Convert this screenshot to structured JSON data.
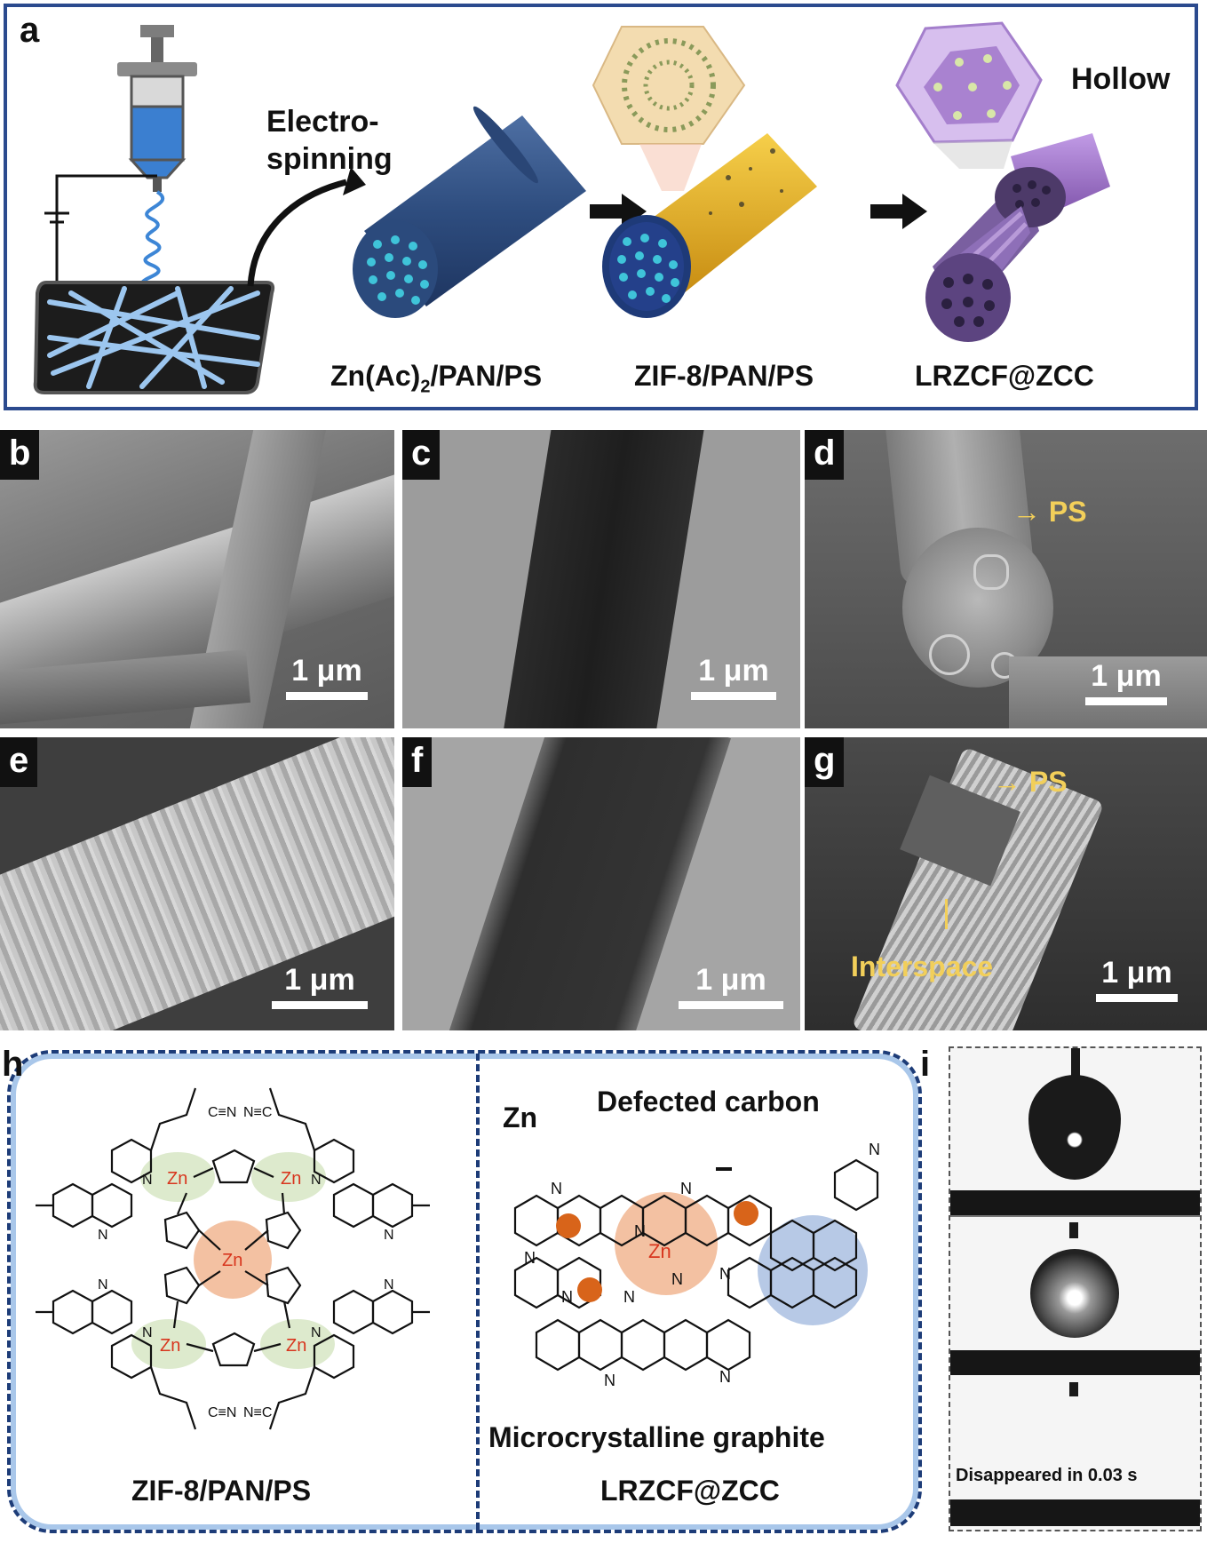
{
  "panel_a": {
    "label": "a",
    "process_label_1": "Electro-",
    "process_label_2": "spinning",
    "hollow_label": "Hollow",
    "stage_1": "Zn(Ac)",
    "stage_1_sub": "2",
    "stage_1_rest": "/PAN/PS",
    "stage_2": "ZIF-8/PAN/PS",
    "stage_3": "LRZCF@ZCC"
  },
  "micrographs": {
    "b": {
      "label": "b",
      "scale": "1 μm"
    },
    "c": {
      "label": "c",
      "scale": "1 μm"
    },
    "d": {
      "label": "d",
      "scale": "1 μm",
      "annotation": "PS"
    },
    "e": {
      "label": "e",
      "scale": "1 μm"
    },
    "f": {
      "label": "f",
      "scale": "1 μm"
    },
    "g": {
      "label": "g",
      "scale": "1 μm",
      "annotation": "PS",
      "annotation_2": "Interspace"
    }
  },
  "panel_h": {
    "label": "h",
    "left_caption": "ZIF-8/PAN/PS",
    "right_caption": "LRZCF@ZCC",
    "zn_label": "Zn",
    "defected_carbon": "Defected carbon",
    "graphite": "Microcrystalline graphite",
    "atom_zn": "Zn",
    "atom_n": "N"
  },
  "panel_i": {
    "label": "i",
    "caption": "Disappeared in 0.03 s"
  },
  "colors": {
    "frame_blue": "#2b4a8e",
    "fiber_blue": "#2e4d7f",
    "zif_yellow": "#e8b21e",
    "purple": "#9a6cc8",
    "annotation_yellow": "#f2cf5a",
    "orange_zn": "#d8641a"
  }
}
